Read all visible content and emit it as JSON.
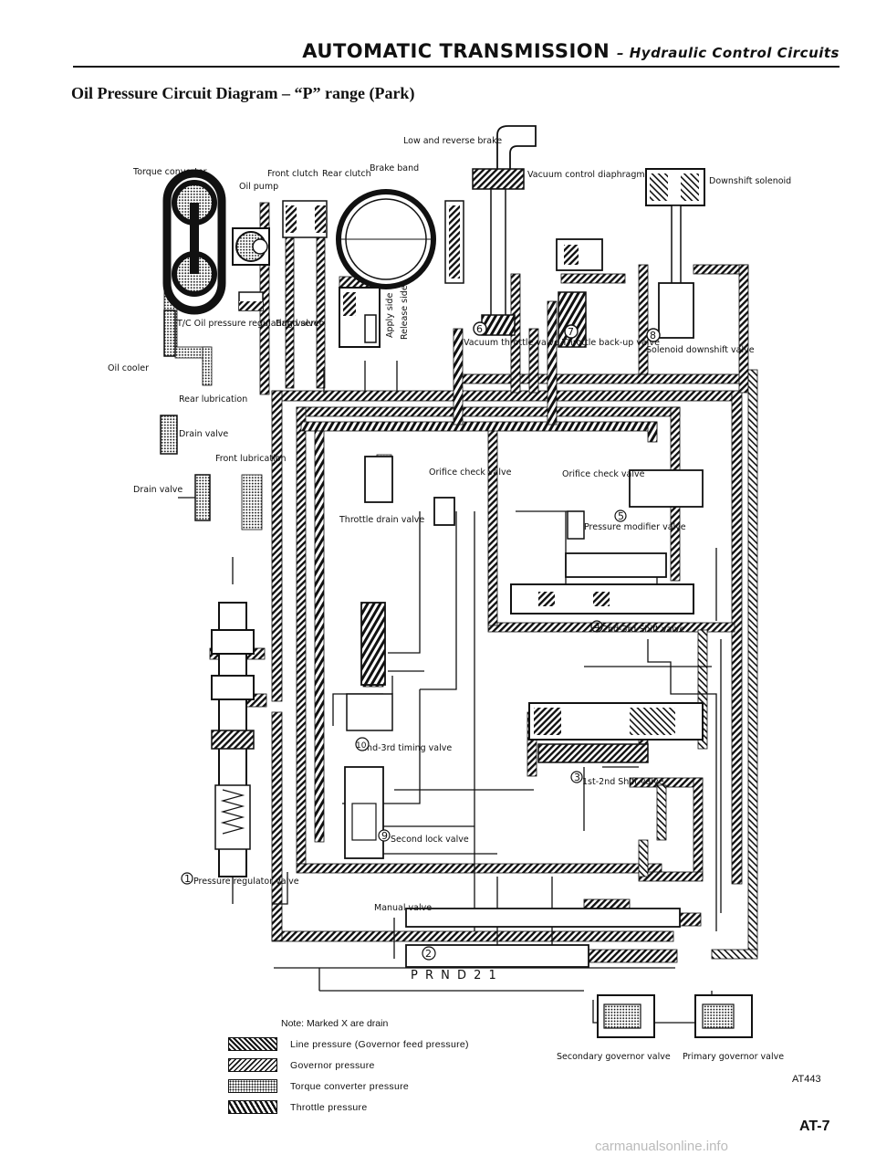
{
  "header": {
    "title": "AUTOMATIC TRANSMISSION",
    "subtitle": "– Hydraulic Control Circuits"
  },
  "page_title": "Oil Pressure Circuit Diagram – “P” range (Park)",
  "labels": {
    "torque_converter": "Torque converter",
    "oil_pump": "Oil pump",
    "front_clutch": "Front clutch",
    "rear_clutch": "Rear clutch",
    "brake_band": "Brake band",
    "low_reverse_brake": "Low and reverse brake",
    "vacuum_control": "Vacuum control diaphragm",
    "downshift_solenoid": "Downshift solenoid",
    "tc_valve": "T/C Oil pressure regulating valve",
    "oil_cooler": "Oil cooler",
    "rear_lubrication": "Rear lubrication",
    "drain_valve_upper": "Drain valve",
    "front_lubrication": "Front lubrication",
    "drain_valve": "Drain valve",
    "band_servo": "Band servo",
    "apply_side": "Apply side",
    "release_side": "Release side",
    "vacuum_throttle_valve": "Vacuum throttle valve",
    "throttle_backup_valve": "Throttle back-up valve",
    "solenoid_downshift_valve": "Solenoid downshift valve",
    "throttle_drain_valve": "Throttle drain valve",
    "orifice_check_valve_1": "Orifice check valve",
    "orifice_check_valve_2": "Orifice check valve",
    "pressure_modifier_valve": "Pressure modifier valve",
    "shift_2_3_valve": "2nd-3rd Shift valve",
    "timing_2_3_valve": "2nd-3rd timing valve",
    "shift_1_2_valve": "1st-2nd Shift valve",
    "second_lock_valve": "Second lock valve",
    "pressure_regulator_valve": "Pressure regulator valve",
    "manual_valve": "Manual valve",
    "prnd": "P R N D 2 1",
    "secondary_governor": "Secondary governor valve",
    "primary_governor": "Primary governor valve"
  },
  "valve_numbers": {
    "pressure_regulator": "1",
    "manual": "2",
    "shift_1_2": "3",
    "shift_2_3": "4",
    "pressure_modifier": "5",
    "vacuum_throttle": "6",
    "throttle_backup": "7",
    "solenoid_downshift": "8",
    "second_lock": "9",
    "timing_2_3": "10"
  },
  "legend": {
    "note": "Note: Marked X are drain",
    "items": [
      {
        "label": "Line pressure (Governor feed pressure)"
      },
      {
        "label": "Governor pressure"
      },
      {
        "label": "Torque converter pressure"
      },
      {
        "label": "Throttle pressure"
      }
    ]
  },
  "figure_code": "AT443",
  "page_number": "AT-7",
  "watermark": "carmanualsonline.info"
}
